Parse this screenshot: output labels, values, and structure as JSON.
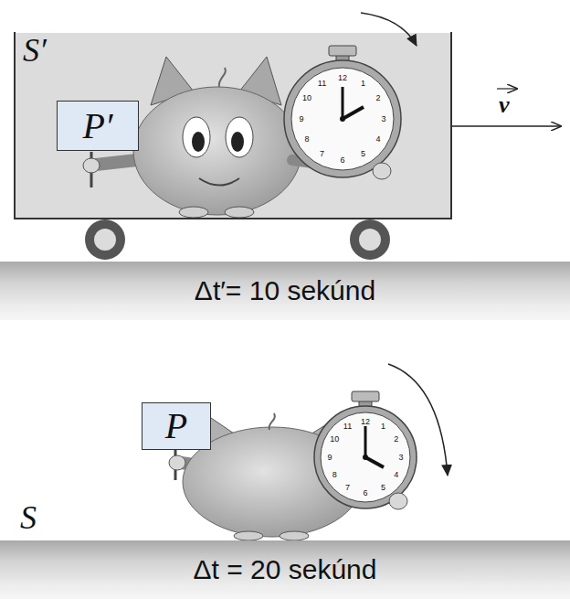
{
  "diagram": {
    "nodes": [
      {
        "text": [
          "S′"
        ]
      },
      {
        "text": [
          "P′"
        ],
        "in": 0
      },
      {
        "text": [
          "Δt′= 10 sekúnd"
        ]
      },
      {
        "text": [
          "P"
        ]
      },
      {
        "text": [
          "Δt = 20 sekúnd"
        ]
      }
    ],
    "labels": [
      "v",
      "12",
      "1",
      "2",
      "3",
      "4",
      "5",
      "6",
      "7",
      "8",
      "9",
      "10",
      "11",
      "S",
      "12",
      "1",
      "2",
      "3",
      "4",
      "5",
      "6",
      "7",
      "8",
      "9",
      "10",
      "11"
    ]
  }
}
